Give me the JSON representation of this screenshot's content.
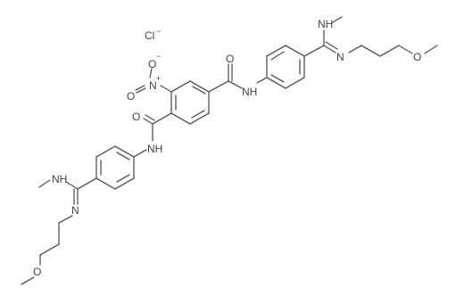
{
  "molecule": {
    "atoms": {
      "chloride": "Cl",
      "chloride_charge": "−",
      "nitro_o_minus": "O",
      "nitro_o_minus_charge": "−",
      "nitro_n": "N",
      "nitro_n_charge": "+",
      "nitro_o": "O",
      "upper_amide_o": "O",
      "upper_amide_nh": "NH",
      "lower_amide_o": "O",
      "lower_amide_nh": "NH",
      "right_amidine_nh": "NH",
      "right_amidine_n": "N",
      "right_ether_o": "O",
      "left_amidine_nh": "NH",
      "left_amidine_n": "N",
      "left_ether_o": "O"
    }
  }
}
